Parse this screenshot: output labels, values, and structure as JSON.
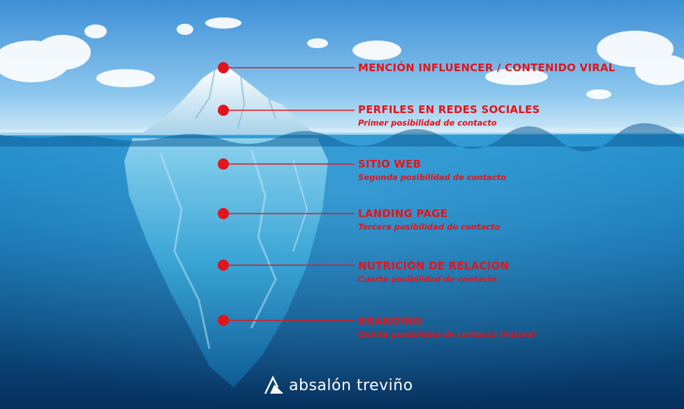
{
  "colors": {
    "accent": "#e3141b",
    "sky_top": "#3d8fd6",
    "sky_bottom": "#bfe2f6",
    "water_top": "#1b84c4",
    "water_bottom": "#063a6c",
    "ice": "#d9f1fb"
  },
  "items": [
    {
      "title": "MENCIÓN INFLUENCER / CONTENIDO VIRAL",
      "subtitle": ""
    },
    {
      "title": "PERFILES EN REDES SOCIALES",
      "subtitle": "Primer posibilidad de contacto"
    },
    {
      "title": "SITIO WEB",
      "subtitle": "Segunda posibilidad de contacto"
    },
    {
      "title": "LANDING PAGE",
      "subtitle": "Tercera posibilidad de contacto"
    },
    {
      "title": "NUTRICIÓN DE RELACIÓN",
      "subtitle": "Cuarta posibilidad de contacto"
    },
    {
      "title": "BRANDING",
      "subtitle": "Quinta posibilidad de contacto (Futura)"
    }
  ],
  "brand": {
    "name": "absalón treviño",
    "logo_icon": "triangle-a-logo-icon"
  }
}
